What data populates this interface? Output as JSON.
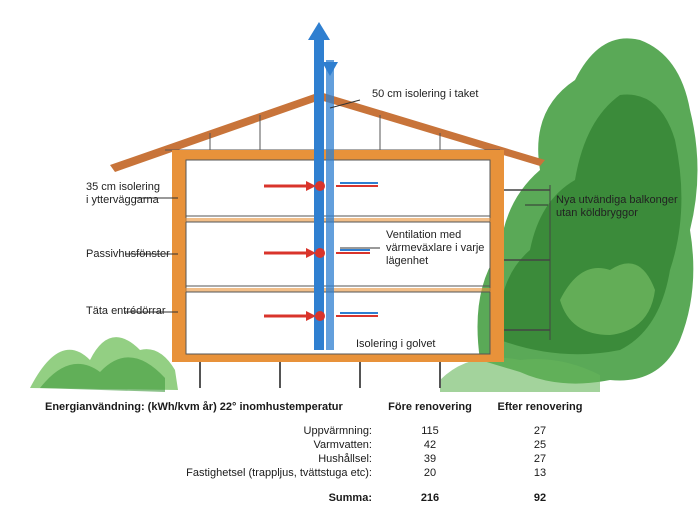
{
  "colors": {
    "frame": "#e8923a",
    "ventilation": "#2f7fd0",
    "heat": "#d9342b",
    "vegetation": "#3d9a3a",
    "roof": "#c8743a"
  },
  "labels": {
    "roof_insulation": "50 cm isolering i taket",
    "wall_insulation_1": "35 cm isolering",
    "wall_insulation_2": "i ytterväggarna",
    "windows": "Passivhusfönster",
    "doors": "Täta entrédörrar",
    "ventilation_1": "Ventilation med",
    "ventilation_2": "värmeväxlare i varje",
    "ventilation_3": "lägenhet",
    "balconies_1": "Nya utvändiga balkonger",
    "balconies_2": "utan köldbryggor",
    "floor_insulation": "Isolering i golvet"
  },
  "table": {
    "title": "Energianvändning:  (kWh/kvm år) 22° inomhustemperatur",
    "col_before": "Före renovering",
    "col_after": "Efter renovering",
    "rows": [
      {
        "label": "Uppvärmning:",
        "before": "115",
        "after": "27"
      },
      {
        "label": "Varmvatten:",
        "before": "42",
        "after": "25"
      },
      {
        "label": "Hushållsel:",
        "before": "39",
        "after": "27"
      },
      {
        "label": "Fastighetsel (trapp­ljus, tvättstuga etc):",
        "before": "20",
        "after": "13"
      }
    ],
    "sum_label": "Summa:",
    "sum_before": "216",
    "sum_after": "92"
  }
}
